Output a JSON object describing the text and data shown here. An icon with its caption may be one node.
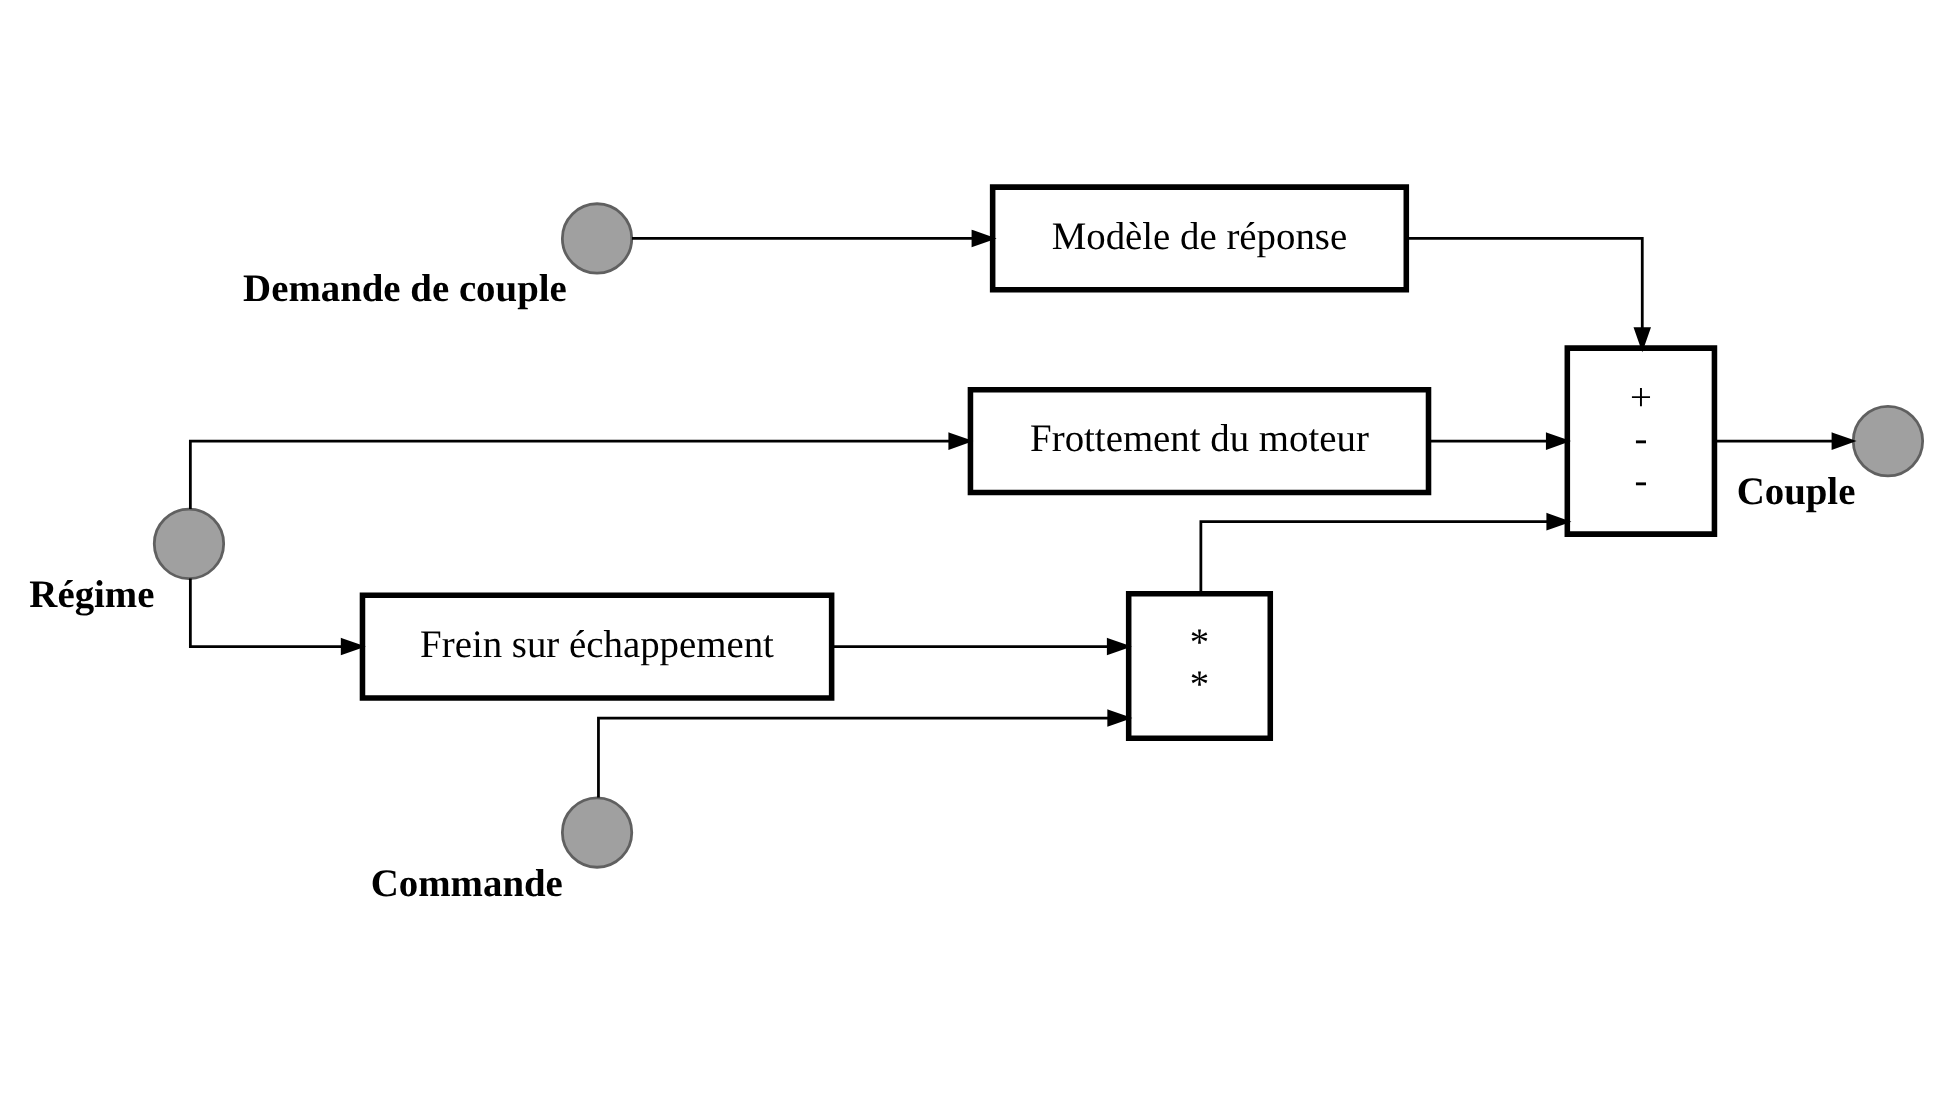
{
  "diagram": {
    "nodes": [
      {
        "text": [],
        "shape": "circle",
        "beside": [
          "Demande de couple"
        ]
      },
      {
        "text": [
          "Modèle de réponse"
        ]
      },
      {
        "text": [],
        "shape": "circle",
        "beside": [
          "Régime"
        ]
      },
      {
        "text": [
          "Frottement du moteur"
        ]
      },
      {
        "text": [
          "Frein sur échappement"
        ]
      },
      {
        "text": [],
        "shape": "circle",
        "beside": [
          "Commande"
        ]
      },
      {
        "text": [
          "+",
          "-",
          "-"
        ]
      },
      {
        "text": [
          "*",
          "*"
        ]
      },
      {
        "text": [],
        "shape": "circle",
        "beside": [
          "Couple"
        ]
      }
    ],
    "edges": [
      {
        "from": 0,
        "to": 1,
        "arrow": "to"
      },
      {
        "from": 1,
        "to": 6,
        "arrow": "to"
      },
      {
        "from": 3,
        "to": 6,
        "arrow": "to"
      },
      {
        "from": 7,
        "to": 6,
        "arrow": "to"
      },
      {
        "from": 6,
        "to": 8,
        "arrow": "to"
      },
      {
        "from": 2,
        "to": 3,
        "arrow": "to"
      },
      {
        "from": 2,
        "to": 4,
        "arrow": "to"
      },
      {
        "from": 4,
        "to": 7,
        "arrow": "to"
      },
      {
        "from": 5,
        "to": 7,
        "arrow": "to"
      }
    ]
  }
}
